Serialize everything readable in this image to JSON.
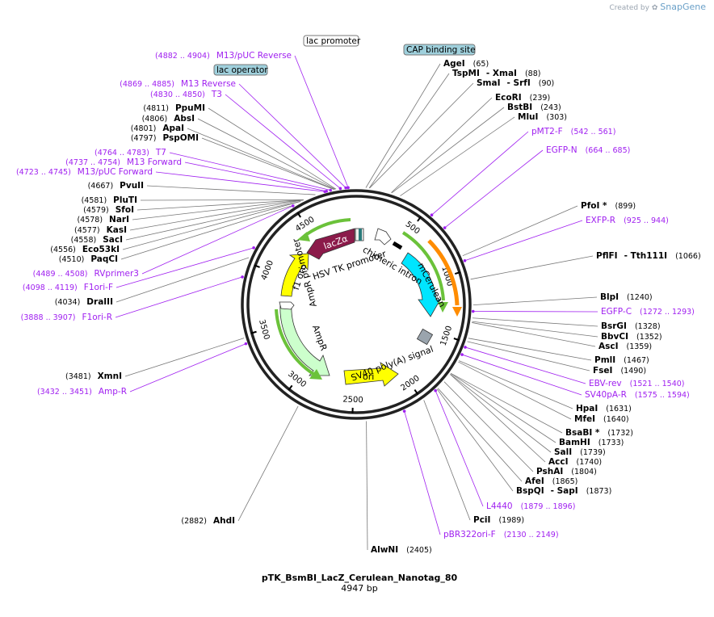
{
  "credit": {
    "prefix": "Created by",
    "brand": "SnapGene"
  },
  "plasmid": {
    "name": "pTK_BsmBI_LacZ_Cerulean_Nanotag_80",
    "length_label": "4947 bp",
    "length": 4947
  },
  "ticks": [
    "500",
    "1000",
    "1500",
    "2000",
    "2500",
    "3000",
    "3500",
    "4000",
    "4500"
  ],
  "colors": {
    "primer": "#a020f0",
    "lacZa": "#8b1a4a",
    "cerulean": "#00e5ff",
    "f1ori": "#ffff00",
    "ampR": "#ccffcc",
    "ori": "#ffff00",
    "orange": "#ff8c00"
  },
  "features": [
    {
      "label": "lacZα",
      "color": "#8b1a4a"
    },
    {
      "label": "HSV TK promoter"
    },
    {
      "label": "chimeric intron"
    },
    {
      "label": "mCerulean",
      "color": "#00e5ff"
    },
    {
      "label": "f1 ori",
      "color": "#ffff00"
    },
    {
      "label": "AmpR promoter"
    },
    {
      "label": "AmpR",
      "color": "#ccffcc"
    },
    {
      "label": "SV40 poly(A) signal"
    },
    {
      "label": "ori",
      "color": "#ffff00"
    }
  ],
  "boxes": [
    {
      "label": "lac promoter",
      "color": "#ffffff"
    },
    {
      "label": "lac operator",
      "color": "#9fd0dc"
    },
    {
      "label": "CAP binding site",
      "color": "#9fd0dc"
    }
  ],
  "right_labels": [
    {
      "name": "AgeI",
      "num": "(65)"
    },
    {
      "name": "TspMI",
      "extra": "- XmaI",
      "num": "(88)"
    },
    {
      "name": "SmaI",
      "extra": "- SrfI",
      "num": "(90)"
    },
    {
      "name": "EcoRI",
      "num": "(239)"
    },
    {
      "name": "BstBI",
      "num": "(243)"
    },
    {
      "name": "MluI",
      "num": "(303)"
    },
    {
      "primer": "pMT2-F",
      "range": "(542 .. 561)"
    },
    {
      "primer": "EGFP-N",
      "range": "(664 .. 685)"
    },
    {
      "name": "PfoI *",
      "num": "(899)"
    },
    {
      "primer": "EXFP-R",
      "range": "(925 .. 944)"
    },
    {
      "name": "PflFI",
      "extra": "- Tth111I",
      "num": "(1066)"
    },
    {
      "name": "BlpI",
      "num": "(1240)"
    },
    {
      "primer": "EGFP-C",
      "range": "(1272 .. 1293)"
    },
    {
      "name": "BsrGI",
      "num": "(1328)"
    },
    {
      "name": "BbvCI",
      "num": "(1352)"
    },
    {
      "name": "AscI",
      "num": "(1359)"
    },
    {
      "name": "PmlI",
      "num": "(1467)"
    },
    {
      "name": "FseI",
      "num": "(1490)"
    },
    {
      "primer": "EBV-rev",
      "range": "(1521 .. 1540)"
    },
    {
      "primer": "SV40pA-R",
      "range": "(1575 .. 1594)"
    },
    {
      "name": "HpaI",
      "num": "(1631)"
    },
    {
      "name": "MfeI",
      "num": "(1640)"
    },
    {
      "name": "BsaBI *",
      "num": "(1732)"
    },
    {
      "name": "BamHI",
      "num": "(1733)"
    },
    {
      "name": "SalI",
      "num": "(1739)"
    },
    {
      "name": "AccI",
      "num": "(1740)"
    },
    {
      "name": "PshAI",
      "num": "(1804)"
    },
    {
      "name": "AfeI",
      "num": "(1865)"
    },
    {
      "name": "BspQI",
      "extra": "- SapI",
      "num": "(1873)"
    },
    {
      "primer": "L4440",
      "range": "(1879 .. 1896)"
    },
    {
      "name": "PciI",
      "num": "(1989)"
    },
    {
      "primer": "pBR322ori-F",
      "range": "(2130 .. 2149)"
    },
    {
      "name": "AlwNI",
      "num": "(2405)"
    }
  ],
  "left_labels": [
    {
      "primer": "M13/pUC Reverse",
      "range": "(4882 .. 4904)"
    },
    {
      "primer": "M13 Reverse",
      "range": "(4869 .. 4885)"
    },
    {
      "primer": "T3",
      "range": "(4830 .. 4850)"
    },
    {
      "name": "PpuMI",
      "num": "(4811)"
    },
    {
      "name": "AbsI",
      "num": "(4806)"
    },
    {
      "name": "ApaI",
      "num": "(4801)"
    },
    {
      "name": "PspOMI",
      "num": "(4797)"
    },
    {
      "primer": "T7",
      "range": "(4764 .. 4783)"
    },
    {
      "primer": "M13 Forward",
      "range": "(4737 .. 4754)"
    },
    {
      "primer": "M13/pUC Forward",
      "range": "(4723 .. 4745)"
    },
    {
      "name": "PvuII",
      "num": "(4667)"
    },
    {
      "name": "PluTI",
      "num": "(4581)"
    },
    {
      "name": "SfoI",
      "num": "(4579)"
    },
    {
      "name": "NarI",
      "num": "(4578)"
    },
    {
      "name": "KasI",
      "num": "(4577)"
    },
    {
      "name": "SacI",
      "num": "(4558)"
    },
    {
      "name": "Eco53kI",
      "num": "(4556)"
    },
    {
      "name": "PaqCI",
      "num": "(4510)"
    },
    {
      "primer": "RVprimer3",
      "range": "(4489 .. 4508)"
    },
    {
      "primer": "F1ori-F",
      "range": "(4098 .. 4119)"
    },
    {
      "name": "DraIII",
      "num": "(4034)"
    },
    {
      "primer": "F1ori-R",
      "range": "(3888 .. 3907)"
    },
    {
      "name": "XmnI",
      "num": "(3481)"
    },
    {
      "primer": "Amp-R",
      "range": "(3432 .. 3451)"
    },
    {
      "name": "AhdI",
      "num": "(2882)"
    }
  ]
}
